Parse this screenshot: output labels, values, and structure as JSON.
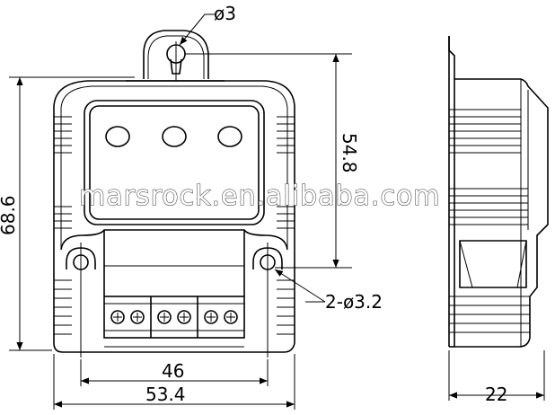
{
  "dimensions": {
    "hole_top": "ø3",
    "height_total": "68.6",
    "height_holes": "54.8",
    "mount_holes": "2-ø3.2",
    "width_holes": "46",
    "width_total": "53.4",
    "depth": "22"
  },
  "watermark": "marsrock.en.alibaba.com"
}
